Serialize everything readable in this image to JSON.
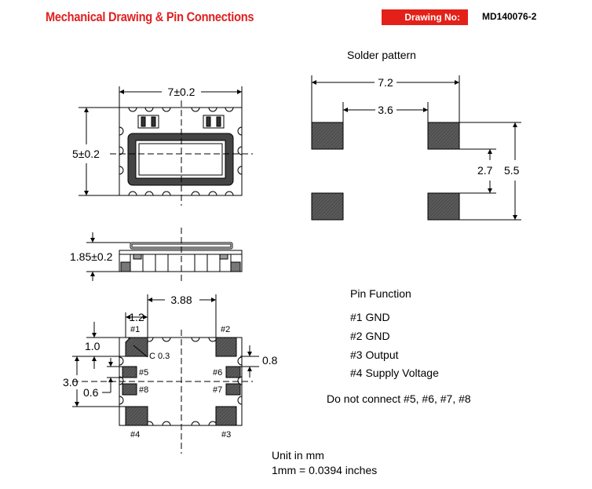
{
  "header": {
    "title": "Mechanical Drawing & Pin Connections",
    "drawing_no_label": "Drawing No:",
    "drawing_no": "MD140076-2"
  },
  "top_view": {
    "width_dim": "7±0.2",
    "height_dim": "5±0.2"
  },
  "side_view": {
    "height_dim": "1.85±0.2"
  },
  "bottom_view": {
    "dim_pitch": "3.88",
    "dim_pad": "1.2",
    "dim_pad_height": "1.0",
    "dim_chamfer": "C 0.3",
    "dim_gap": "0.8",
    "dim_spacing": "3.0",
    "dim_small_pad": "0.6",
    "pin1": "#1",
    "pin2": "#2",
    "pin3": "#3",
    "pin4": "#4",
    "pin5": "#5",
    "pin6": "#6",
    "pin7": "#7",
    "pin8": "#8"
  },
  "solder_pattern": {
    "title": "Solder pattern",
    "dim_outer_width": "7.2",
    "dim_inner_width": "3.6",
    "dim_inner_height": "2.7",
    "dim_outer_height": "5.5"
  },
  "pin_function": {
    "title": "Pin Function",
    "pins": [
      "#1 GND",
      "#2 GND",
      "#3 Output",
      "#4 Supply Voltage"
    ],
    "note": "Do not connect #5, #6, #7, #8"
  },
  "units": {
    "line1": "Unit in mm",
    "line2": "1mm = 0.0394 inches"
  },
  "colors": {
    "title_red": "#e02020",
    "box_red": "#e32119",
    "pad_gray": "#555555"
  }
}
